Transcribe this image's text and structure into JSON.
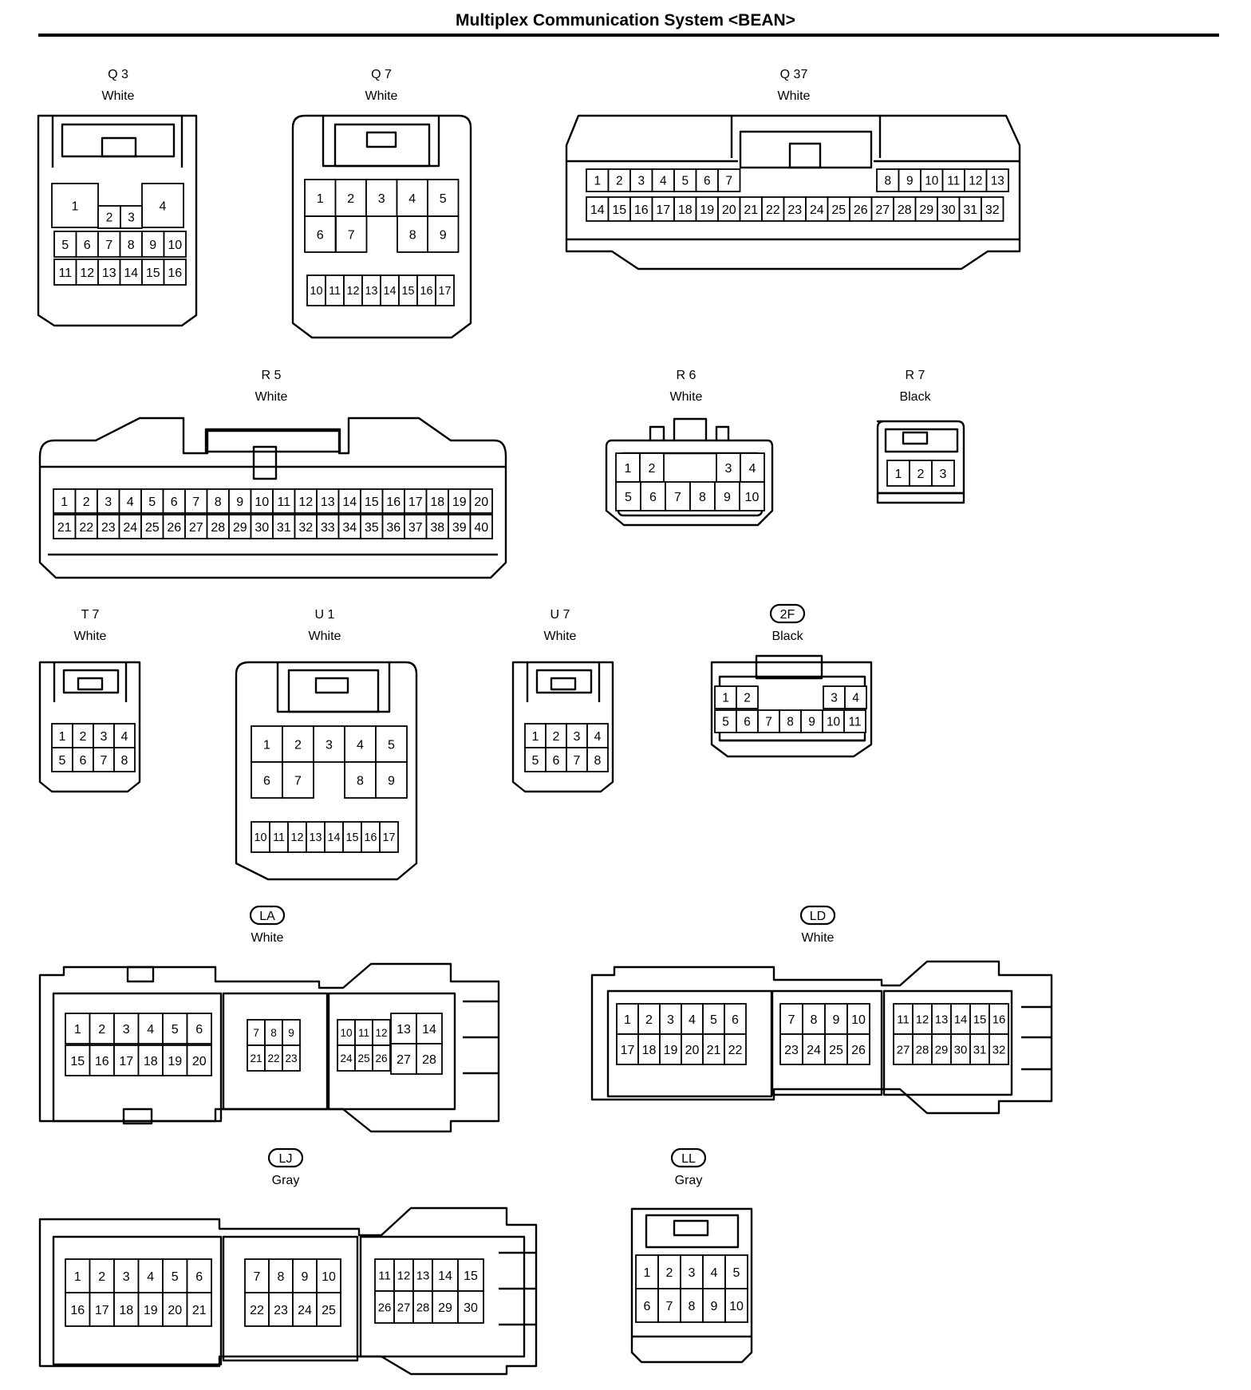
{
  "page": {
    "title": "Multiplex Communication System <BEAN>"
  },
  "connectors": [
    {
      "id": "Q3",
      "code": "Q 3",
      "color": "White",
      "boxed": false,
      "pins": [
        "1",
        "2",
        "3",
        "4",
        "5",
        "6",
        "7",
        "8",
        "9",
        "10",
        "11",
        "12",
        "13",
        "14",
        "15",
        "16"
      ]
    },
    {
      "id": "Q7",
      "code": "Q 7",
      "color": "White",
      "boxed": false,
      "pins": [
        "1",
        "2",
        "3",
        "4",
        "5",
        "6",
        "7",
        "8",
        "9",
        "10",
        "11",
        "12",
        "13",
        "14",
        "15",
        "16",
        "17"
      ]
    },
    {
      "id": "Q37",
      "code": "Q 37",
      "color": "White",
      "boxed": false,
      "pins": [
        "1",
        "2",
        "3",
        "4",
        "5",
        "6",
        "7",
        "8",
        "9",
        "10",
        "11",
        "12",
        "13",
        "14",
        "15",
        "16",
        "17",
        "18",
        "19",
        "20",
        "21",
        "22",
        "23",
        "24",
        "25",
        "26",
        "27",
        "28",
        "29",
        "30",
        "31",
        "32"
      ]
    },
    {
      "id": "R5",
      "code": "R 5",
      "color": "White",
      "boxed": false,
      "pins": [
        "1",
        "2",
        "3",
        "4",
        "5",
        "6",
        "7",
        "8",
        "9",
        "10",
        "11",
        "12",
        "13",
        "14",
        "15",
        "16",
        "17",
        "18",
        "19",
        "20",
        "21",
        "22",
        "23",
        "24",
        "25",
        "26",
        "27",
        "28",
        "29",
        "30",
        "31",
        "32",
        "33",
        "34",
        "35",
        "36",
        "37",
        "38",
        "39",
        "40"
      ]
    },
    {
      "id": "R6",
      "code": "R 6",
      "color": "White",
      "boxed": false,
      "pins": [
        "1",
        "2",
        "3",
        "4",
        "5",
        "6",
        "7",
        "8",
        "9",
        "10"
      ]
    },
    {
      "id": "R7",
      "code": "R 7",
      "color": "Black",
      "boxed": false,
      "pins": [
        "1",
        "2",
        "3"
      ]
    },
    {
      "id": "T7",
      "code": "T 7",
      "color": "White",
      "boxed": false,
      "pins": [
        "1",
        "2",
        "3",
        "4",
        "5",
        "6",
        "7",
        "8"
      ]
    },
    {
      "id": "U1",
      "code": "U 1",
      "color": "White",
      "boxed": false,
      "pins": [
        "1",
        "2",
        "3",
        "4",
        "5",
        "6",
        "7",
        "8",
        "9",
        "10",
        "11",
        "12",
        "13",
        "14",
        "15",
        "16",
        "17"
      ]
    },
    {
      "id": "U7",
      "code": "U 7",
      "color": "White",
      "boxed": false,
      "pins": [
        "1",
        "2",
        "3",
        "4",
        "5",
        "6",
        "7",
        "8"
      ]
    },
    {
      "id": "2F",
      "code": "2F",
      "color": "Black",
      "boxed": true,
      "pins": [
        "1",
        "2",
        "3",
        "4",
        "5",
        "6",
        "7",
        "8",
        "9",
        "10",
        "11"
      ]
    },
    {
      "id": "LA",
      "code": "LA",
      "color": "White",
      "boxed": true,
      "pins": [
        "1",
        "2",
        "3",
        "4",
        "5",
        "6",
        "7",
        "8",
        "9",
        "10",
        "11",
        "12",
        "13",
        "14",
        "15",
        "16",
        "17",
        "18",
        "19",
        "20",
        "21",
        "22",
        "23",
        "24",
        "25",
        "26",
        "27",
        "28"
      ]
    },
    {
      "id": "LD",
      "code": "LD",
      "color": "White",
      "boxed": true,
      "pins": [
        "1",
        "2",
        "3",
        "4",
        "5",
        "6",
        "7",
        "8",
        "9",
        "10",
        "11",
        "12",
        "13",
        "14",
        "15",
        "16",
        "17",
        "18",
        "19",
        "20",
        "21",
        "22",
        "23",
        "24",
        "25",
        "26",
        "27",
        "28",
        "29",
        "30",
        "31",
        "32"
      ]
    },
    {
      "id": "LJ",
      "code": "LJ",
      "color": "Gray",
      "boxed": true,
      "pins": [
        "1",
        "2",
        "3",
        "4",
        "5",
        "6",
        "7",
        "8",
        "9",
        "10",
        "11",
        "12",
        "13",
        "14",
        "15",
        "16",
        "17",
        "18",
        "19",
        "20",
        "21",
        "22",
        "23",
        "24",
        "25",
        "26",
        "27",
        "28",
        "29",
        "30"
      ]
    },
    {
      "id": "LL",
      "code": "LL",
      "color": "Gray",
      "boxed": true,
      "pins": [
        "1",
        "2",
        "3",
        "4",
        "5",
        "6",
        "7",
        "8",
        "9",
        "10"
      ]
    }
  ]
}
